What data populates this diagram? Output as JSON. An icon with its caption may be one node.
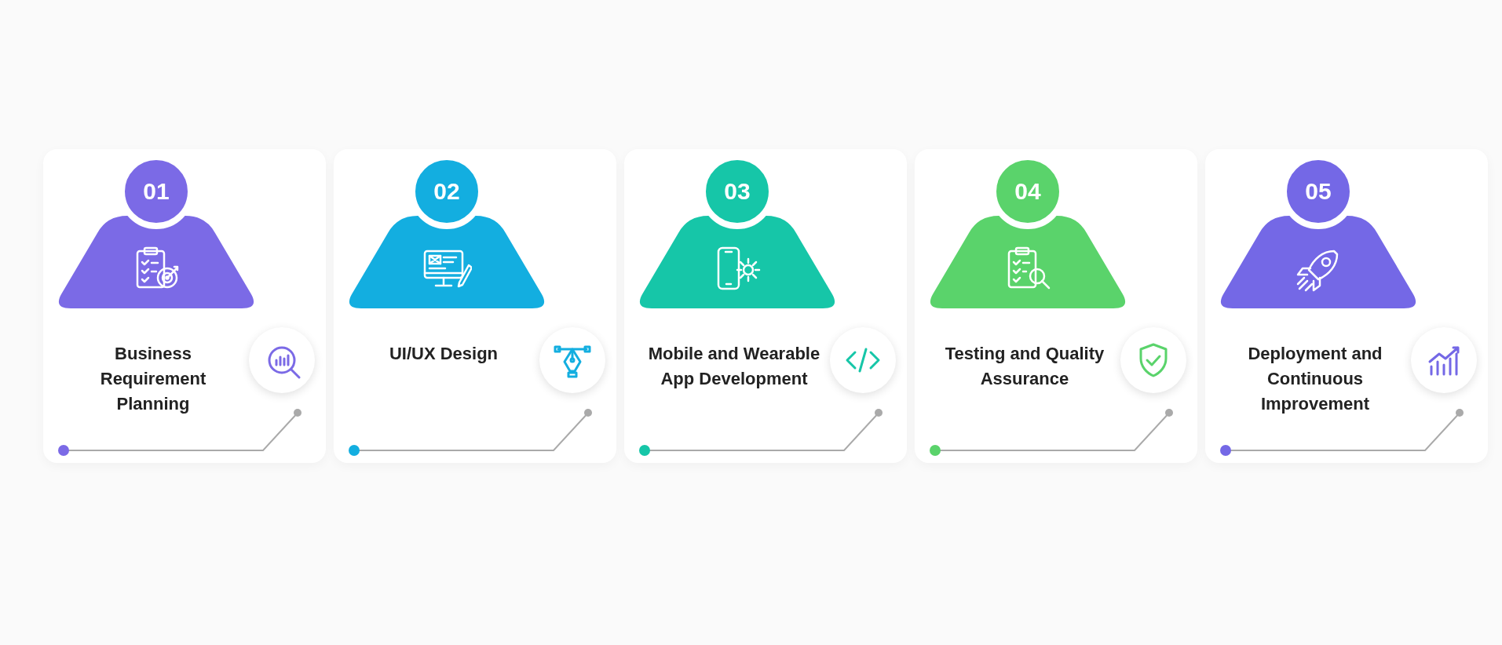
{
  "diagram": {
    "nodes": [
      {
        "text": [
          "01",
          "Business Requirement Planning"
        ]
      },
      {
        "text": [
          "02",
          "UI/UX Design"
        ]
      },
      {
        "text": [
          "03",
          "Mobile and Wearable App Development"
        ]
      },
      {
        "text": [
          "04",
          "Testing and Quality Assurance"
        ]
      },
      {
        "text": [
          "05",
          "Deployment and Continuous Improvement"
        ]
      }
    ]
  }
}
